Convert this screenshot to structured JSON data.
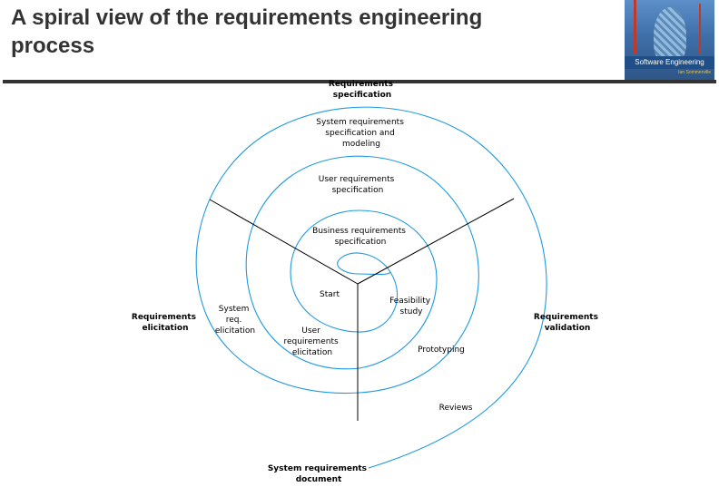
{
  "slide": {
    "title_line1": "A spiral view of the requirements engineering",
    "title_line2": "process"
  },
  "cover": {
    "book_title": "Software Engineering",
    "author": "Ian Sommerville"
  },
  "diagram": {
    "sector_labels": {
      "specification": [
        "Requirements",
        "specification"
      ],
      "elicitation": [
        "Requirements",
        "elicitation"
      ],
      "validation": [
        "Requirements",
        "validation"
      ]
    },
    "spec_ring_labels": {
      "outer": [
        "System requirements",
        "specification and",
        "modeling"
      ],
      "middle": [
        "User requirements",
        "specification"
      ],
      "inner": [
        "Business requirements",
        "specification"
      ]
    },
    "elicitation_ring_labels": {
      "outer": [
        "System",
        "req.",
        "elicitation"
      ],
      "middle": [
        "User",
        "requirements",
        "elicitation"
      ],
      "start": "Start"
    },
    "validation_ring_labels": {
      "inner": [
        "Feasibility",
        "study"
      ],
      "middle": "Prototyping",
      "outer": "Reviews"
    },
    "output_label": [
      "System requirements",
      "document"
    ]
  }
}
